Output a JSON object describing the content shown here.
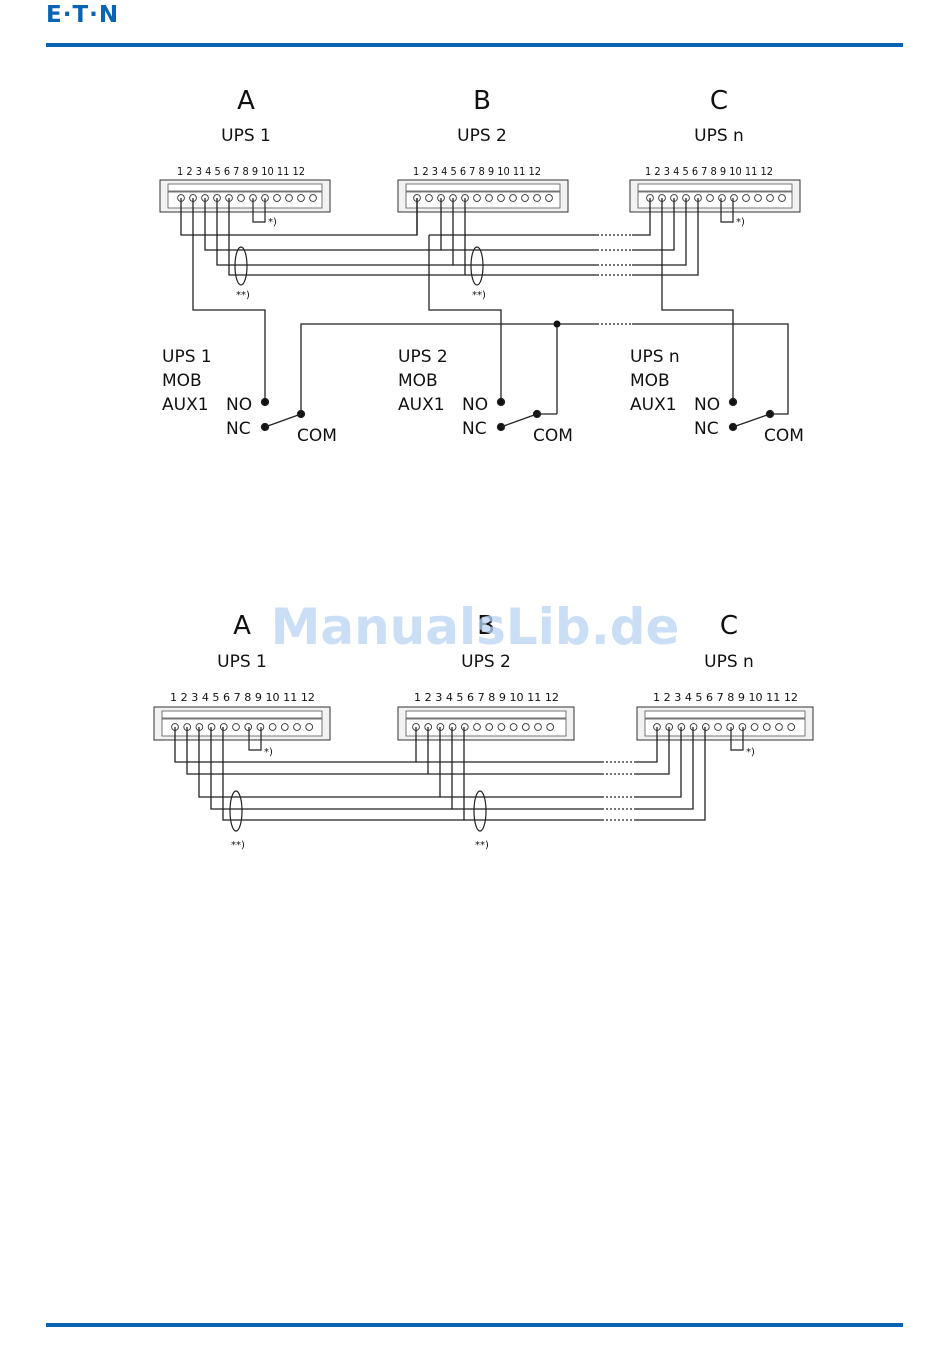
{
  "header": {
    "logo_text": "E·T·N",
    "brand_color": "#0a64b4"
  },
  "watermark": "ManualsLib.de",
  "diagram1": {
    "units": [
      {
        "letter": "A",
        "name": "UPS 1"
      },
      {
        "letter": "B",
        "name": "UPS 2"
      },
      {
        "letter": "C",
        "name": "UPS n"
      }
    ],
    "pin_numbers": "1 2 3 4 5 6 7 8 9 10 11 12",
    "notes": {
      "single": "*)",
      "double": "**)"
    },
    "mob": [
      {
        "ups": "UPS 1",
        "mob": "MOB",
        "aux": "AUX1",
        "no": "NO",
        "nc": "NC",
        "com": "COM"
      },
      {
        "ups": "UPS 2",
        "mob": "MOB",
        "aux": "AUX1",
        "no": "NO",
        "nc": "NC",
        "com": "COM"
      },
      {
        "ups": "UPS n",
        "mob": "MOB",
        "aux": "AUX1",
        "no": "NO",
        "nc": "NC",
        "com": "COM"
      }
    ]
  },
  "diagram2": {
    "units": [
      {
        "letter": "A",
        "name": "UPS 1"
      },
      {
        "letter": "B",
        "name": "UPS 2"
      },
      {
        "letter": "C",
        "name": "UPS n"
      }
    ],
    "pin_numbers": "1 2 3 4 5 6 7 8 9 10 11 12",
    "notes": {
      "single": "*)",
      "double": "**)"
    }
  }
}
